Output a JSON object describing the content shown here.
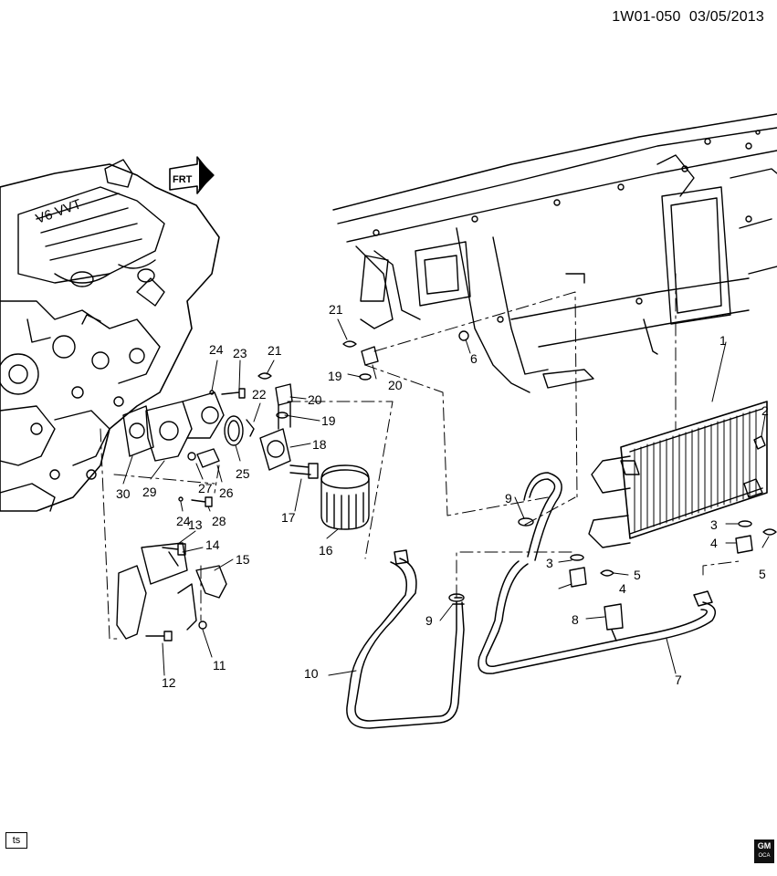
{
  "header": {
    "code": "1W01-050",
    "date": "03/05/2013"
  },
  "footer": {
    "ts_label": "ts",
    "logo_text": "GM",
    "logo_sub": "OCA"
  },
  "engine": {
    "badge": "V6 VVT"
  },
  "front_marker": {
    "label": "FRT"
  },
  "callouts": [
    "1",
    "2",
    "3",
    "3",
    "4",
    "4",
    "5",
    "5",
    "6",
    "7",
    "8",
    "9",
    "9",
    "10",
    "11",
    "12",
    "13",
    "14",
    "15",
    "16",
    "17",
    "18",
    "19",
    "19",
    "20",
    "20",
    "21",
    "21",
    "22",
    "23",
    "24",
    "24",
    "25",
    "26",
    "27",
    "28",
    "29",
    "30"
  ]
}
